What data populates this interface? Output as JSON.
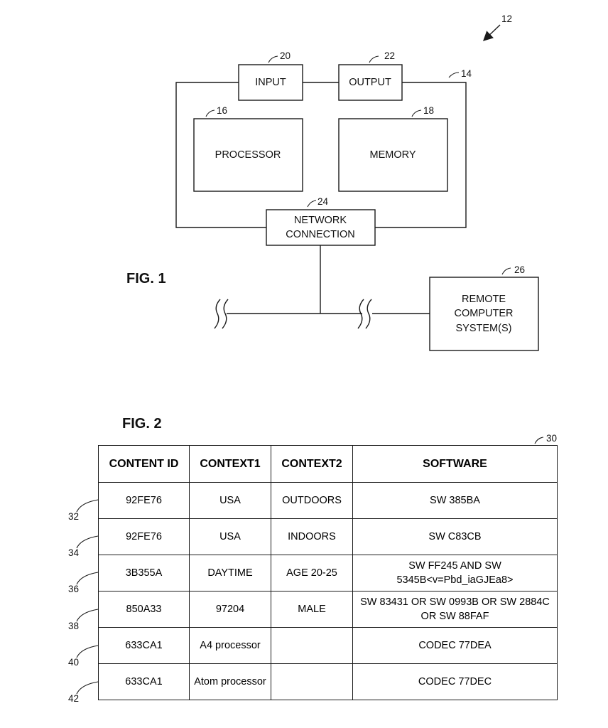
{
  "fig1": {
    "figure_label": "FIG. 1",
    "system_ref": "12",
    "enclosure_ref": "14",
    "blocks": {
      "input": {
        "label": "INPUT",
        "ref": "20"
      },
      "output": {
        "label": "OUTPUT",
        "ref": "22"
      },
      "processor": {
        "label": "PROCESSOR",
        "ref": "16"
      },
      "memory": {
        "label": "MEMORY",
        "ref": "18"
      },
      "network": {
        "line1": "NETWORK",
        "line2": "CONNECTION",
        "ref": "24"
      },
      "remote": {
        "line1": "REMOTE",
        "line2": "COMPUTER",
        "line3": "SYSTEM(S)",
        "ref": "26"
      }
    }
  },
  "fig2": {
    "figure_label": "FIG. 2",
    "table_ref": "30",
    "headers": [
      "CONTENT ID",
      "CONTEXT1",
      "CONTEXT2",
      "SOFTWARE"
    ],
    "rows": [
      {
        "ref": "32",
        "content_id": "92FE76",
        "context1": "USA",
        "context2": "OUTDOORS",
        "software": "SW 385BA"
      },
      {
        "ref": "34",
        "content_id": "92FE76",
        "context1": "USA",
        "context2": "INDOORS",
        "software": "SW C83CB"
      },
      {
        "ref": "36",
        "content_id": "3B355A",
        "context1": "DAYTIME",
        "context2": "AGE 20-25",
        "software": "SW FF245 AND SW 5345B<v=Pbd_iaGJEa8>"
      },
      {
        "ref": "38",
        "content_id": "850A33",
        "context1": "97204",
        "context2": "MALE",
        "software": "SW 83431 OR SW 0993B OR SW 2884C OR SW 88FAF"
      },
      {
        "ref": "40",
        "content_id": "633CA1",
        "context1": "A4 processor",
        "context2": "",
        "software": "CODEC 77DEA"
      },
      {
        "ref": "42",
        "content_id": "633CA1",
        "context1": "Atom processor",
        "context2": "",
        "software": "CODEC 77DEC"
      }
    ]
  }
}
